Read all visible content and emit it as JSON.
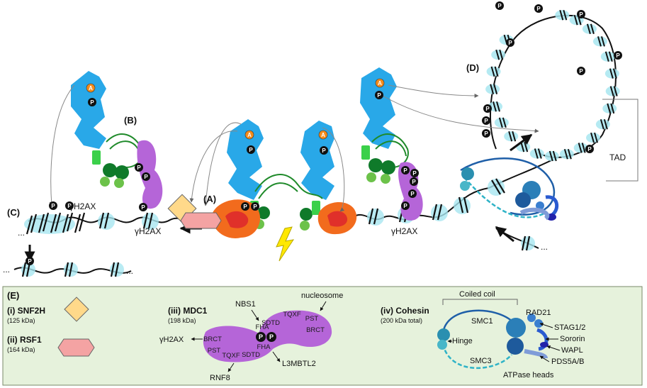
{
  "labels": {
    "panel_a": "(A)",
    "panel_b": "(B)",
    "panel_c": "(C)",
    "panel_d": "(D)",
    "gh2ax_c": "γH2AX",
    "gh2ax_left": "γH2AX",
    "gh2ax_mid": "γH2AX",
    "tad": "TAD",
    "ellipsis_left": "...",
    "ellipsis_bottom_left": "...",
    "ellipsis_bottom_right": "...",
    "ellipsis_right": "...",
    "phospho": "P",
    "atm_a": "A"
  },
  "legend": {
    "title": "(E)",
    "snf2h": {
      "name": "(i) SNF2H",
      "size": "(125 kDa)",
      "color": "#ffd98a"
    },
    "rsf1": {
      "name": "(ii) RSF1",
      "size": "(164 kDa)",
      "color": "#f4a3a3"
    },
    "mdc1": {
      "name": "(iii) MDC1",
      "size": "(198 kDa)",
      "color": "#b565d8",
      "domains": [
        "BRCT",
        "PST",
        "TQXF",
        "SDTD",
        "FHA",
        "SDTD",
        "TQXF",
        "PST",
        "BRCT",
        "FHA"
      ],
      "partners": [
        "NBS1",
        "nucleosome",
        "γH2AX",
        "L3MBTL2",
        "RNF8"
      ]
    },
    "cohesin": {
      "name": "(iv) Cohesin",
      "size": "(200 kDa total)",
      "parts": [
        "Coiled coil",
        "SMC1",
        "SMC3",
        "Hinge",
        "RAD21",
        "STAG1/2",
        "Sororin",
        "WAPL",
        "PDS5A/B",
        "ATPase heads"
      ]
    }
  },
  "colors": {
    "nucleosome": "#a8e6f0",
    "atm": "#29a8e8",
    "coil": "#1f8a2a",
    "mdc1": "#b565d8",
    "dna": "#111111",
    "legend_bg": "#e6f2dc",
    "legend_border": "#7a8a6a"
  },
  "icons": [
    "phospho-badge",
    "atm-badge",
    "lightning-bolt-icon",
    "arrow-icon"
  ]
}
